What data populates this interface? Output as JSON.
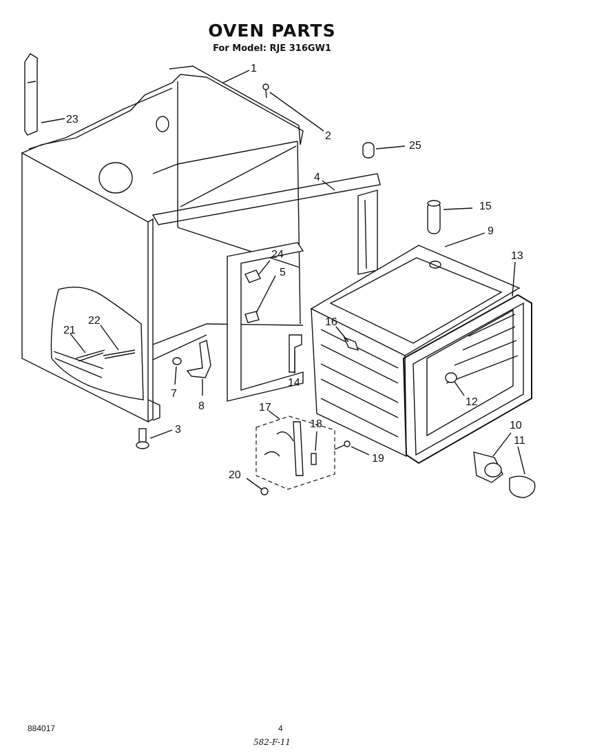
{
  "header": {
    "title": "OVEN PARTS",
    "subtitle": "For Model: RJE 316GW1"
  },
  "footer": {
    "doc_number": "884017",
    "page_number": "4",
    "handwritten_note": "582-F-11"
  },
  "callouts": [
    "1",
    "2",
    "3",
    "4",
    "5",
    "7",
    "8",
    "9",
    "10",
    "11",
    "12",
    "13",
    "14",
    "15",
    "16",
    "17",
    "18",
    "19",
    "20",
    "21",
    "22",
    "23",
    "24",
    "25"
  ]
}
